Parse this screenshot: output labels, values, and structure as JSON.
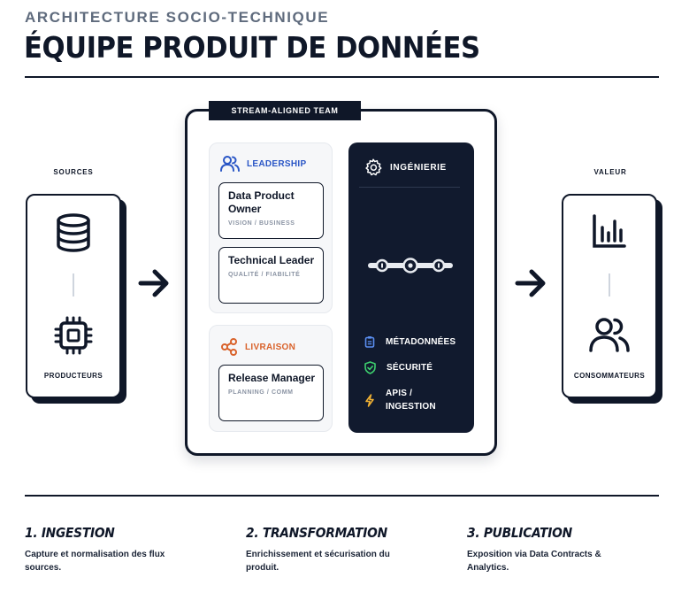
{
  "header": {
    "kicker": "ARCHITECTURE SOCIO-TECHNIQUE",
    "title": "ÉQUIPE PRODUIT DE DONNÉES"
  },
  "sources": {
    "label": "SOURCES",
    "card_label": "PRODUCTEURS",
    "icons": [
      "database-icon",
      "chip-icon"
    ]
  },
  "value": {
    "label": "VALEUR",
    "card_label": "CONSOMMATEURS",
    "icons": [
      "bar-chart-icon",
      "users-icon"
    ]
  },
  "team": {
    "tag": "STREAM-ALIGNED TEAM",
    "leadership": {
      "title": "LEADERSHIP",
      "roles": [
        {
          "name": "Data Product Owner",
          "sub": "VISION / BUSINESS"
        },
        {
          "name": "Technical Leader",
          "sub": "QUALITÉ / FIABILITÉ"
        }
      ]
    },
    "delivery": {
      "title": "LIVRAISON",
      "roles": [
        {
          "name": "Release Manager",
          "sub": "PLANNING / COMM"
        }
      ]
    },
    "engineering": {
      "title": "INGÉNIERIE",
      "items": [
        {
          "label": "MÉTADONNÉES",
          "icon": "clipboard-icon"
        },
        {
          "label": "SÉCURITÉ",
          "icon": "shield-check-icon"
        },
        {
          "label": "APIS / INGESTION",
          "icon": "bolt-icon"
        }
      ]
    }
  },
  "steps": [
    {
      "title": "1. INGESTION",
      "desc": "Capture et normalisation des flux sources."
    },
    {
      "title": "2. TRANSFORMATION",
      "desc": "Enrichissement et sécurisation du produit."
    },
    {
      "title": "3. PUBLICATION",
      "desc": "Exposition via Data Contracts & Analytics."
    }
  ],
  "colors": {
    "navy": "#0f1728",
    "leadership_blue": "#2a56c6",
    "delivery_orange": "#d9622b",
    "security_green": "#3ecf6e",
    "ingestion_amber": "#f2b233",
    "metadata_blue": "#5a8ef0"
  }
}
